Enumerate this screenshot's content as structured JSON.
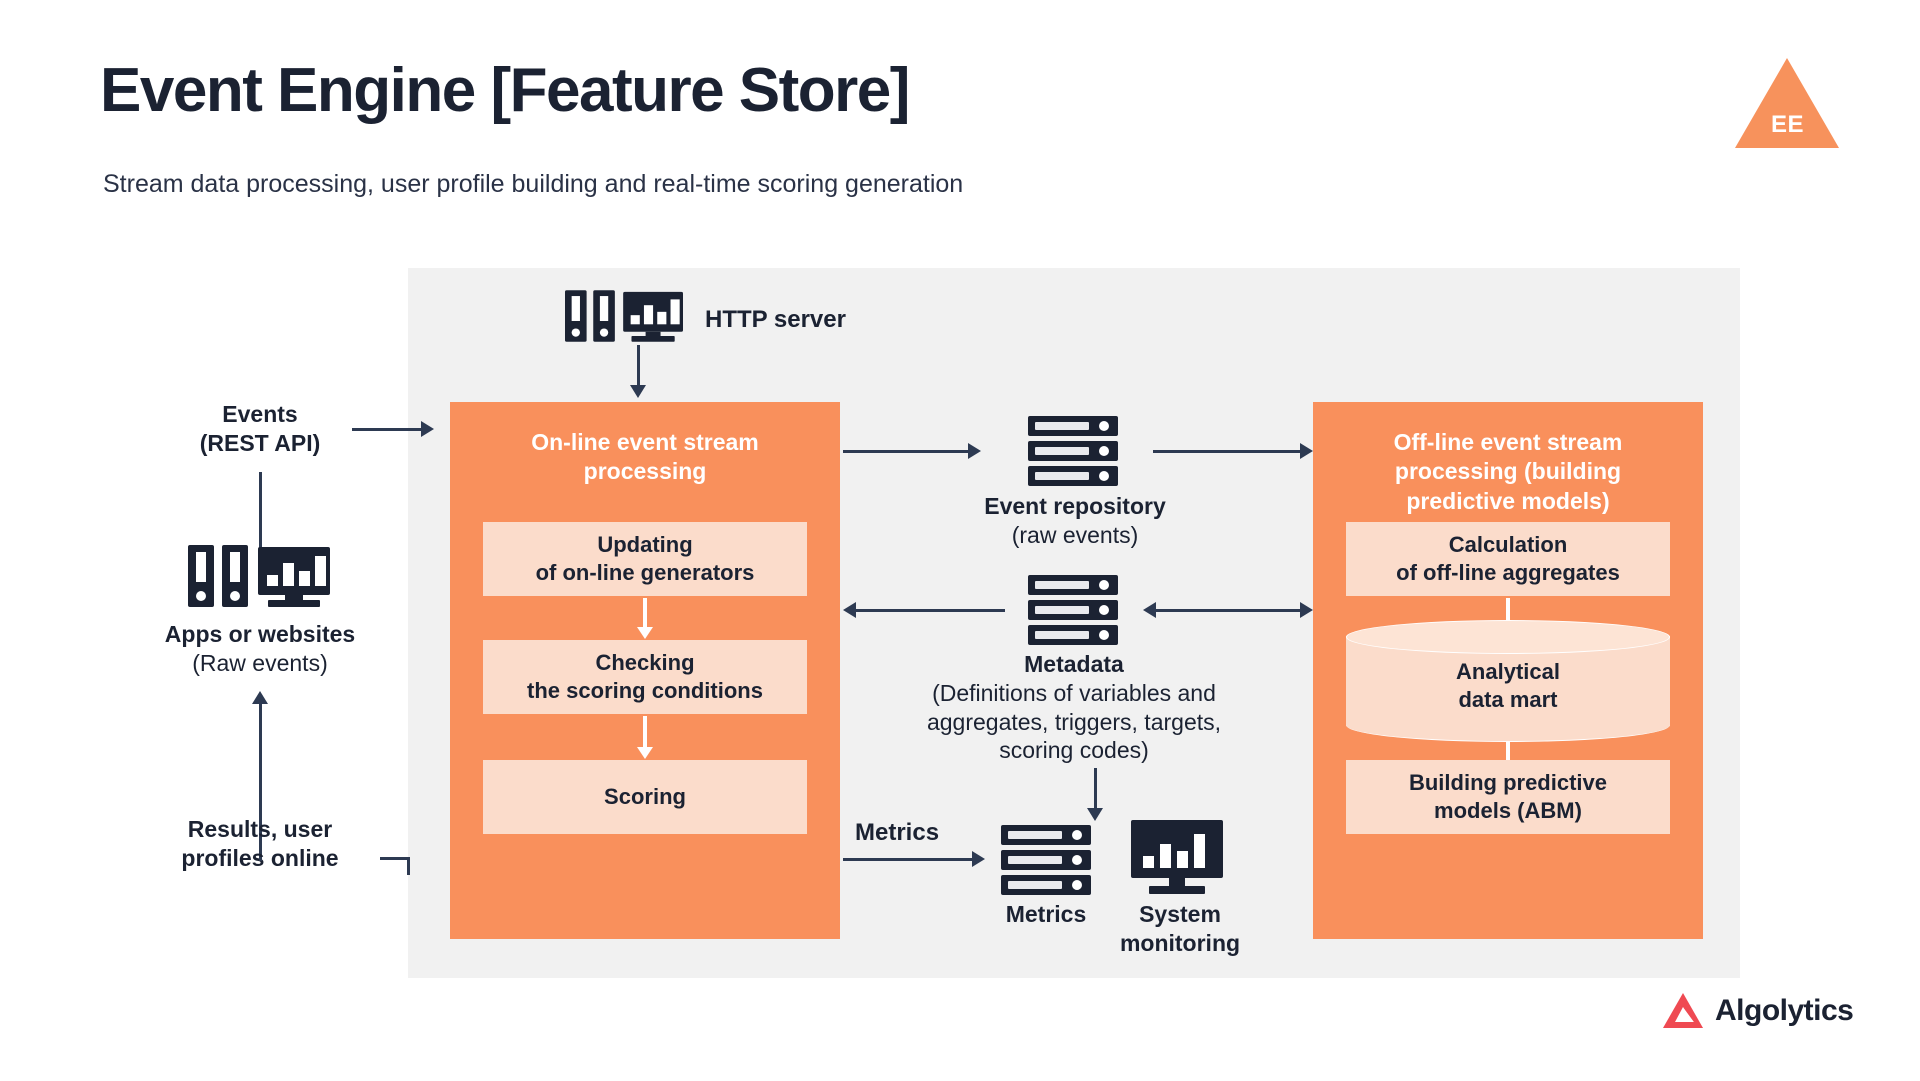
{
  "header": {
    "title": "Event Engine [Feature Store]",
    "subtitle": "Stream data processing, user profile building and real-time scoring generation",
    "badge_label": "EE"
  },
  "brand": {
    "name": "Algolytics",
    "mark_icon": "algolytics-triangle-logo",
    "mark_color": "#ef4a52"
  },
  "colors": {
    "orange_box": "#f9905c",
    "orange_badge": "#f7925c",
    "inner_box": "#fbdccb",
    "panel_bg": "#f1f1f1",
    "line": "#2d3a52",
    "text": "#1b2232"
  },
  "left_column": {
    "events_label_line1": "Events",
    "events_label_line2": "(REST API)",
    "apps_icon": "server-and-monitor-icon",
    "apps_label_line1": "Apps or websites",
    "apps_label_line2": "(Raw events)",
    "results_label_line1": "Results, user",
    "results_label_line2": "profiles online"
  },
  "http_server": {
    "icon": "server-and-monitor-icon",
    "label": "HTTP server"
  },
  "online_box": {
    "title_line1": "On-line event stream",
    "title_line2": "processing",
    "steps": [
      {
        "line1": "Updating",
        "line2": "of on-line generators"
      },
      {
        "line1": "Checking",
        "line2": "the scoring conditions"
      },
      {
        "line1": "Scoring",
        "line2": ""
      }
    ]
  },
  "offline_box": {
    "title_line1": "Off-line event stream",
    "title_line2": "processing (building",
    "title_line3": "predictive models)",
    "step_top_line1": "Calculation",
    "step_top_line2": "of off-line aggregates",
    "datastore_line1": "Analytical",
    "datastore_line2": "data mart",
    "datastore_icon": "cylinder-database-icon",
    "step_bottom_line1": "Building predictive",
    "step_bottom_line2": "models (ABM)"
  },
  "middle_column": {
    "event_repository_icon": "server-rack-icon",
    "event_repository_line1": "Event repository",
    "event_repository_line2": "(raw events)",
    "metadata_icon": "server-rack-icon",
    "metadata_line1": "Metadata",
    "metadata_line2": "(Definitions of variables and",
    "metadata_line3": "aggregates, triggers, targets,",
    "metadata_line4": "scoring codes)",
    "metrics_edge_label": "Metrics",
    "metrics_icon": "server-rack-icon",
    "metrics_label": "Metrics",
    "monitoring_icon": "monitor-chart-icon",
    "monitoring_line1": "System",
    "monitoring_line2": "monitoring"
  }
}
